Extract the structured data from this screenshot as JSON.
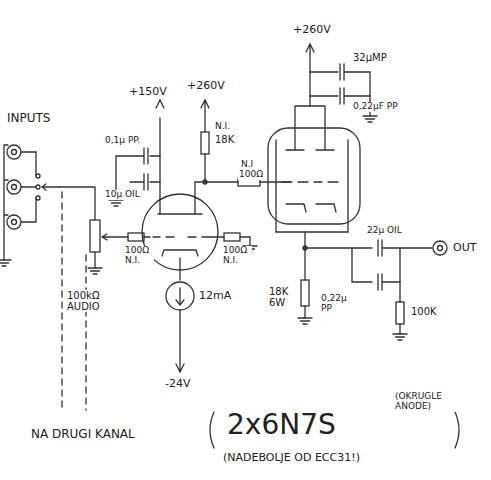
{
  "diagram": {
    "labels": [
      "INPUTS",
      "+150V",
      "0,1µ PP.",
      "10µ OIL",
      "+260V",
      "N.I.",
      "18K",
      "N.I",
      "100Ω",
      "+260V",
      "32µMP",
      "0,22µF PP",
      "100Ω N.I.",
      "100Ω N.I.",
      "12mA",
      "-24V",
      "18K 6W",
      "22µ OIL",
      "0,22µ PP",
      "100K",
      "OUT",
      "100kΩ AUDIO",
      "NA DRUGI KANAL",
      "2x6N7S",
      "(OKRUGLE ANODE)",
      "(NADEBOLJE OD ECC31!)"
    ]
  }
}
